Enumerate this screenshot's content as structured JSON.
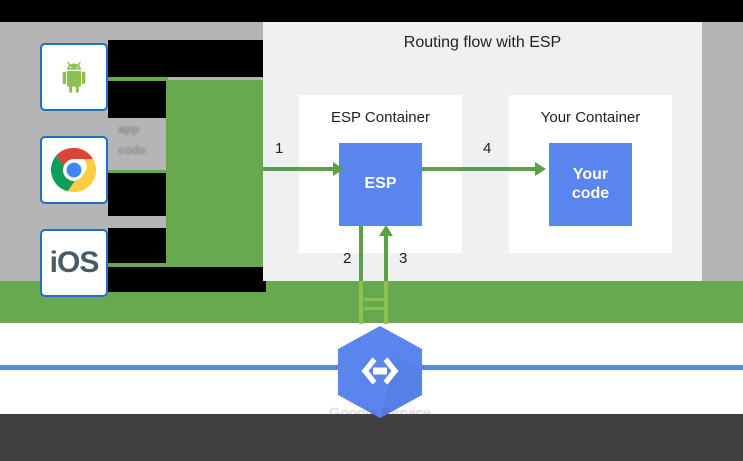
{
  "diagram": {
    "title": "Routing flow with ESP",
    "clients": [
      {
        "name": "android",
        "icon": "android-icon",
        "label": ""
      },
      {
        "name": "chrome",
        "icon": "chrome-icon",
        "label": ""
      },
      {
        "name": "ios",
        "icon": "ios-icon",
        "label": "iOS"
      }
    ],
    "ghost_labels": [
      "app",
      "code"
    ],
    "containers": [
      {
        "title": "ESP Container",
        "box_label": "ESP"
      },
      {
        "title": "Your Container",
        "box_label": "Your\ncode"
      }
    ],
    "box_labels": {
      "esp": "ESP",
      "your_code_line1": "Your",
      "your_code_line2": "code"
    },
    "steps": [
      "1",
      "2",
      "3",
      "4"
    ],
    "logo": {
      "name": "google-service-control-esp-logo",
      "glyph": "⟨—⟩",
      "caption_line1": "Google Service",
      "caption_line2": "Control ESP"
    },
    "colors": {
      "green": "#68a84e",
      "arrow_green": "#5f9e48",
      "blue": "#5b85ee",
      "panel_bg": "#eef0f1",
      "gray_bg": "#b5b5b5",
      "dark_bar": "#3f3f3f",
      "tile_border": "#1f6fc4"
    }
  }
}
